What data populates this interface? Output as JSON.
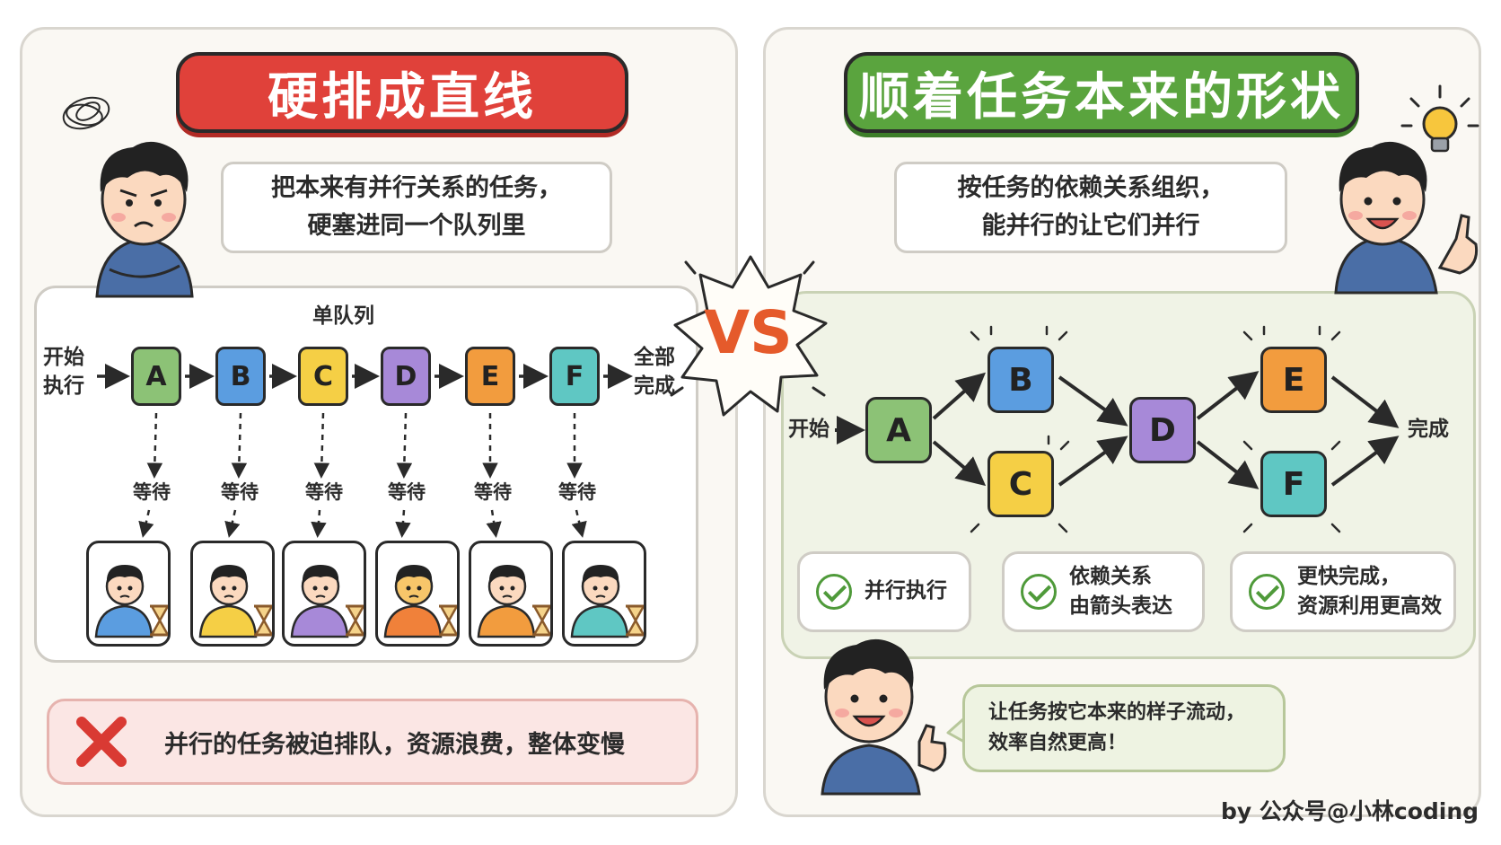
{
  "left": {
    "banner": "硬排成直线",
    "note_line1": "把本来有并行关系的任务，",
    "note_line2": "硬塞进同一个队列里",
    "queue_title": "单队列",
    "start_line1": "开始",
    "start_line2": "执行",
    "end_line1": "全部",
    "end_line2": "完成",
    "nodes": [
      "A",
      "B",
      "C",
      "D",
      "E",
      "F"
    ],
    "wait_label": "等待",
    "warning": "并行的任务被迫排队，资源浪费，整体变慢"
  },
  "vs": "VS",
  "right": {
    "banner": "顺着任务本来的形状",
    "note_line1": "按任务的依赖关系组织，",
    "note_line2": "能并行的让它们并行",
    "start": "开始",
    "end": "完成",
    "nodes": [
      "A",
      "B",
      "C",
      "D",
      "E",
      "F"
    ],
    "benefit1": "并行执行",
    "benefit2_line1": "依赖关系",
    "benefit2_line2": "由箭头表达",
    "benefit3_line1": "更快完成，",
    "benefit3_line2": "资源利用更高效",
    "bubble_line1": "让任务按它本来的样子流动，",
    "bubble_line2": "效率自然更高！"
  },
  "credit": "by 公众号@小林coding",
  "colors": {
    "red": "#e0413a",
    "green": "#5aa43e",
    "node_A": "#8cc276",
    "node_B": "#5b9de0",
    "node_C": "#f5cf45",
    "node_D": "#a789d8",
    "node_E": "#f29c3e",
    "node_F": "#5fc7c3"
  },
  "icons": [
    "confused-boy-icon",
    "lightbulb-icon",
    "pointing-boy-icon",
    "thumbs-up-boy-icon",
    "hourglass-icon",
    "red-x-icon",
    "check-icon"
  ]
}
